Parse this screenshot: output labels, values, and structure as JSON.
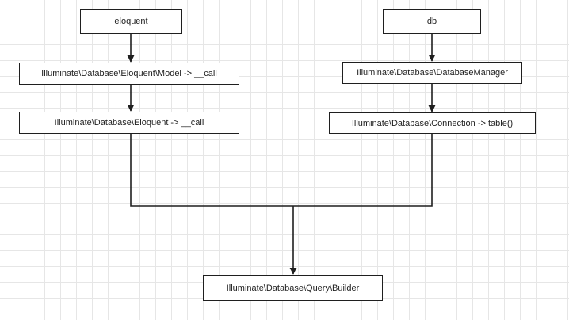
{
  "diagram": {
    "nodes": {
      "eloquent": "eloquent",
      "model_call": "Illuminate\\Database\\Eloquent\\Model -> __call",
      "eloquent_call": "Illuminate\\Database\\Eloquent -> __call",
      "db": "db",
      "database_manager": "Illuminate\\Database\\DatabaseManager",
      "connection_table": "Illuminate\\Database\\Connection -> table()",
      "query_builder": "Illuminate\\Database\\Query\\Builder"
    },
    "edges": [
      {
        "from": "eloquent",
        "to": "model_call"
      },
      {
        "from": "model_call",
        "to": "eloquent_call"
      },
      {
        "from": "db",
        "to": "database_manager"
      },
      {
        "from": "database_manager",
        "to": "connection_table"
      },
      {
        "from": "eloquent_call",
        "to": "query_builder"
      },
      {
        "from": "connection_table",
        "to": "query_builder"
      }
    ],
    "colors": {
      "stroke": "#1f1f1f",
      "grid": "#e6e6e6",
      "background": "#ffffff"
    }
  }
}
